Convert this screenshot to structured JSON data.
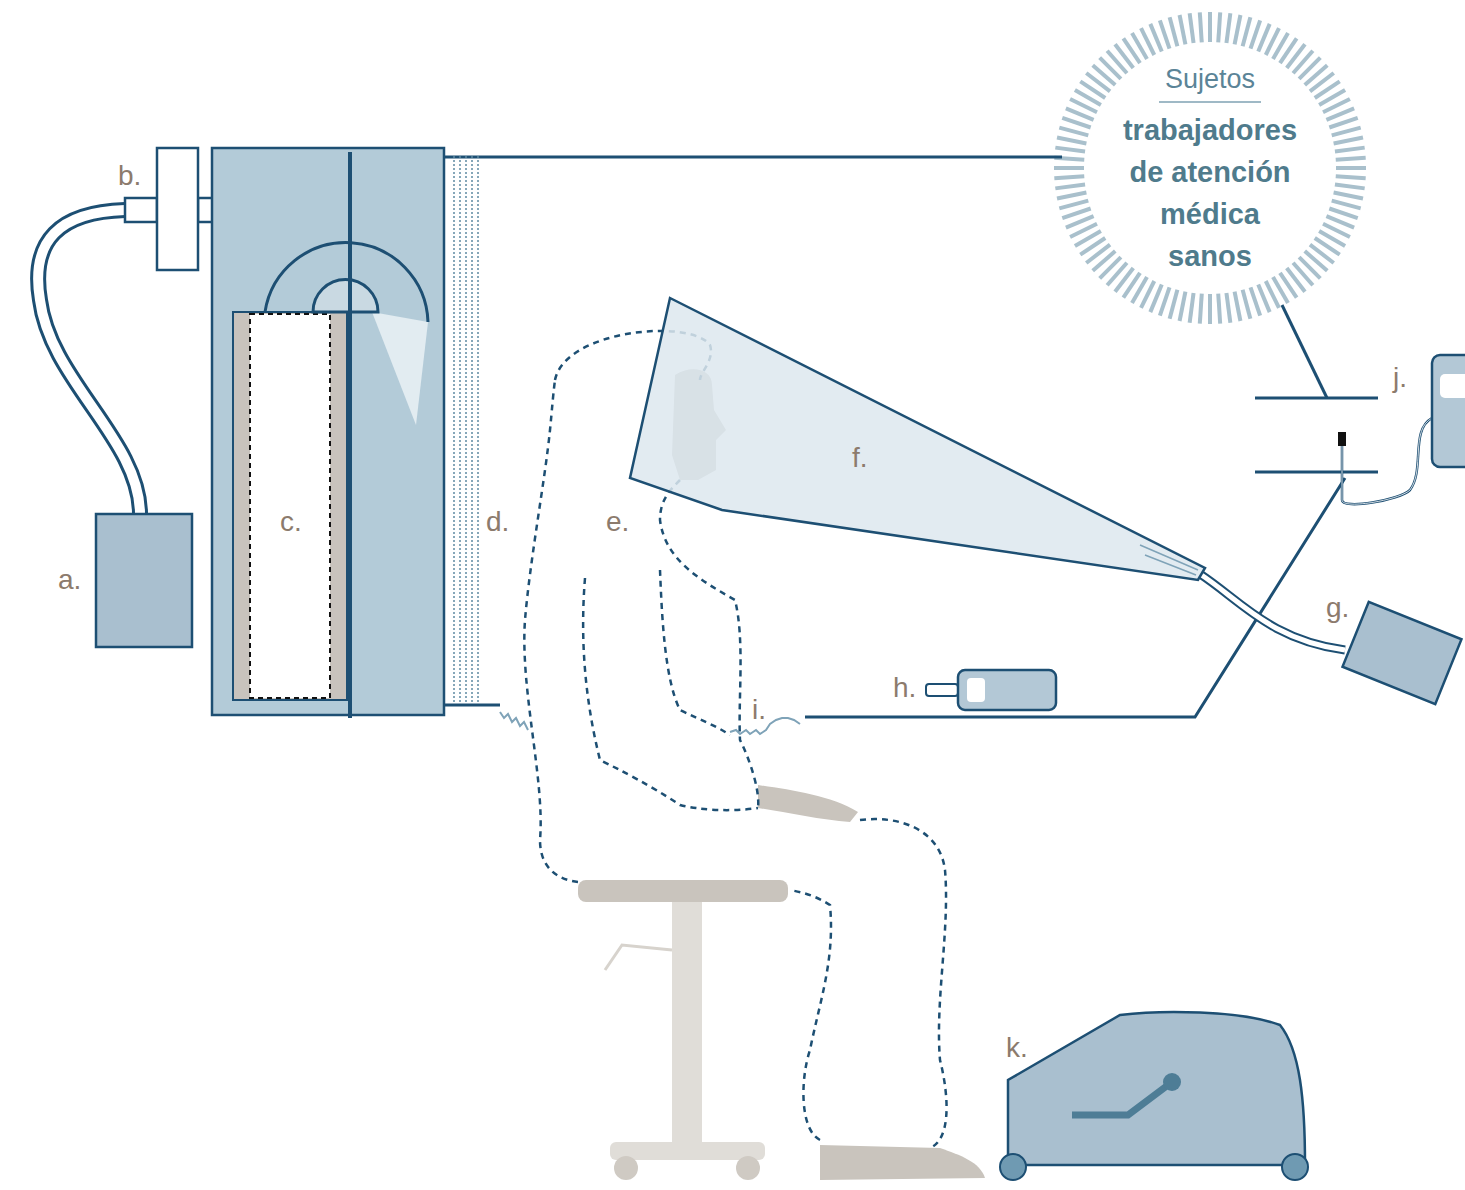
{
  "diagram": {
    "nodes": [
      {
        "text": [
          "Sujetos",
          "trabajadores de atención médica sanos"
        ]
      }
    ],
    "labels": [
      "a.",
      "b.",
      "c.",
      "d.",
      "e.",
      "f.",
      "g.",
      "h.",
      "i.",
      "j.",
      "k."
    ]
  }
}
